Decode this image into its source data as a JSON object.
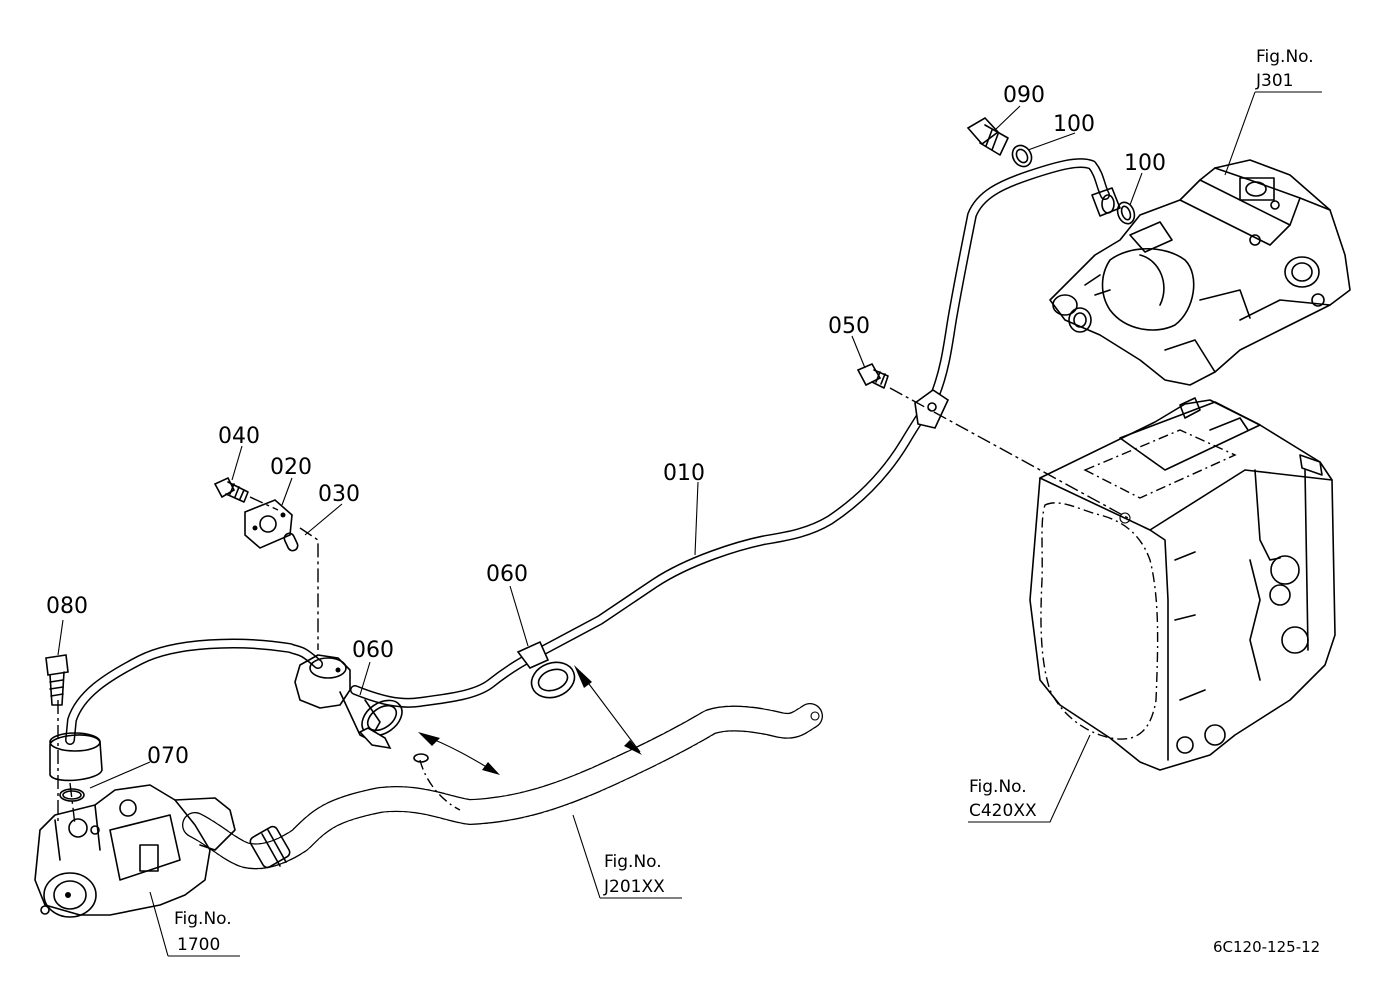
{
  "parts": {
    "p010": "010",
    "p020": "020",
    "p030": "030",
    "p040": "040",
    "p050": "050",
    "p060a": "060",
    "p060b": "060",
    "p070": "070",
    "p080": "080",
    "p090": "090",
    "p100a": "100",
    "p100b": "100"
  },
  "figure_refs": {
    "j301": {
      "line1": "Fig.No.",
      "line2": "J301"
    },
    "c420xx": {
      "line1": "Fig.No.",
      "line2": "C420XX"
    },
    "j201xx": {
      "line1": "Fig.No.",
      "line2": "J201XX"
    },
    "f1700": {
      "line1": "Fig.No.",
      "line2": "1700"
    }
  },
  "drawing_code": "6C120-125-12"
}
